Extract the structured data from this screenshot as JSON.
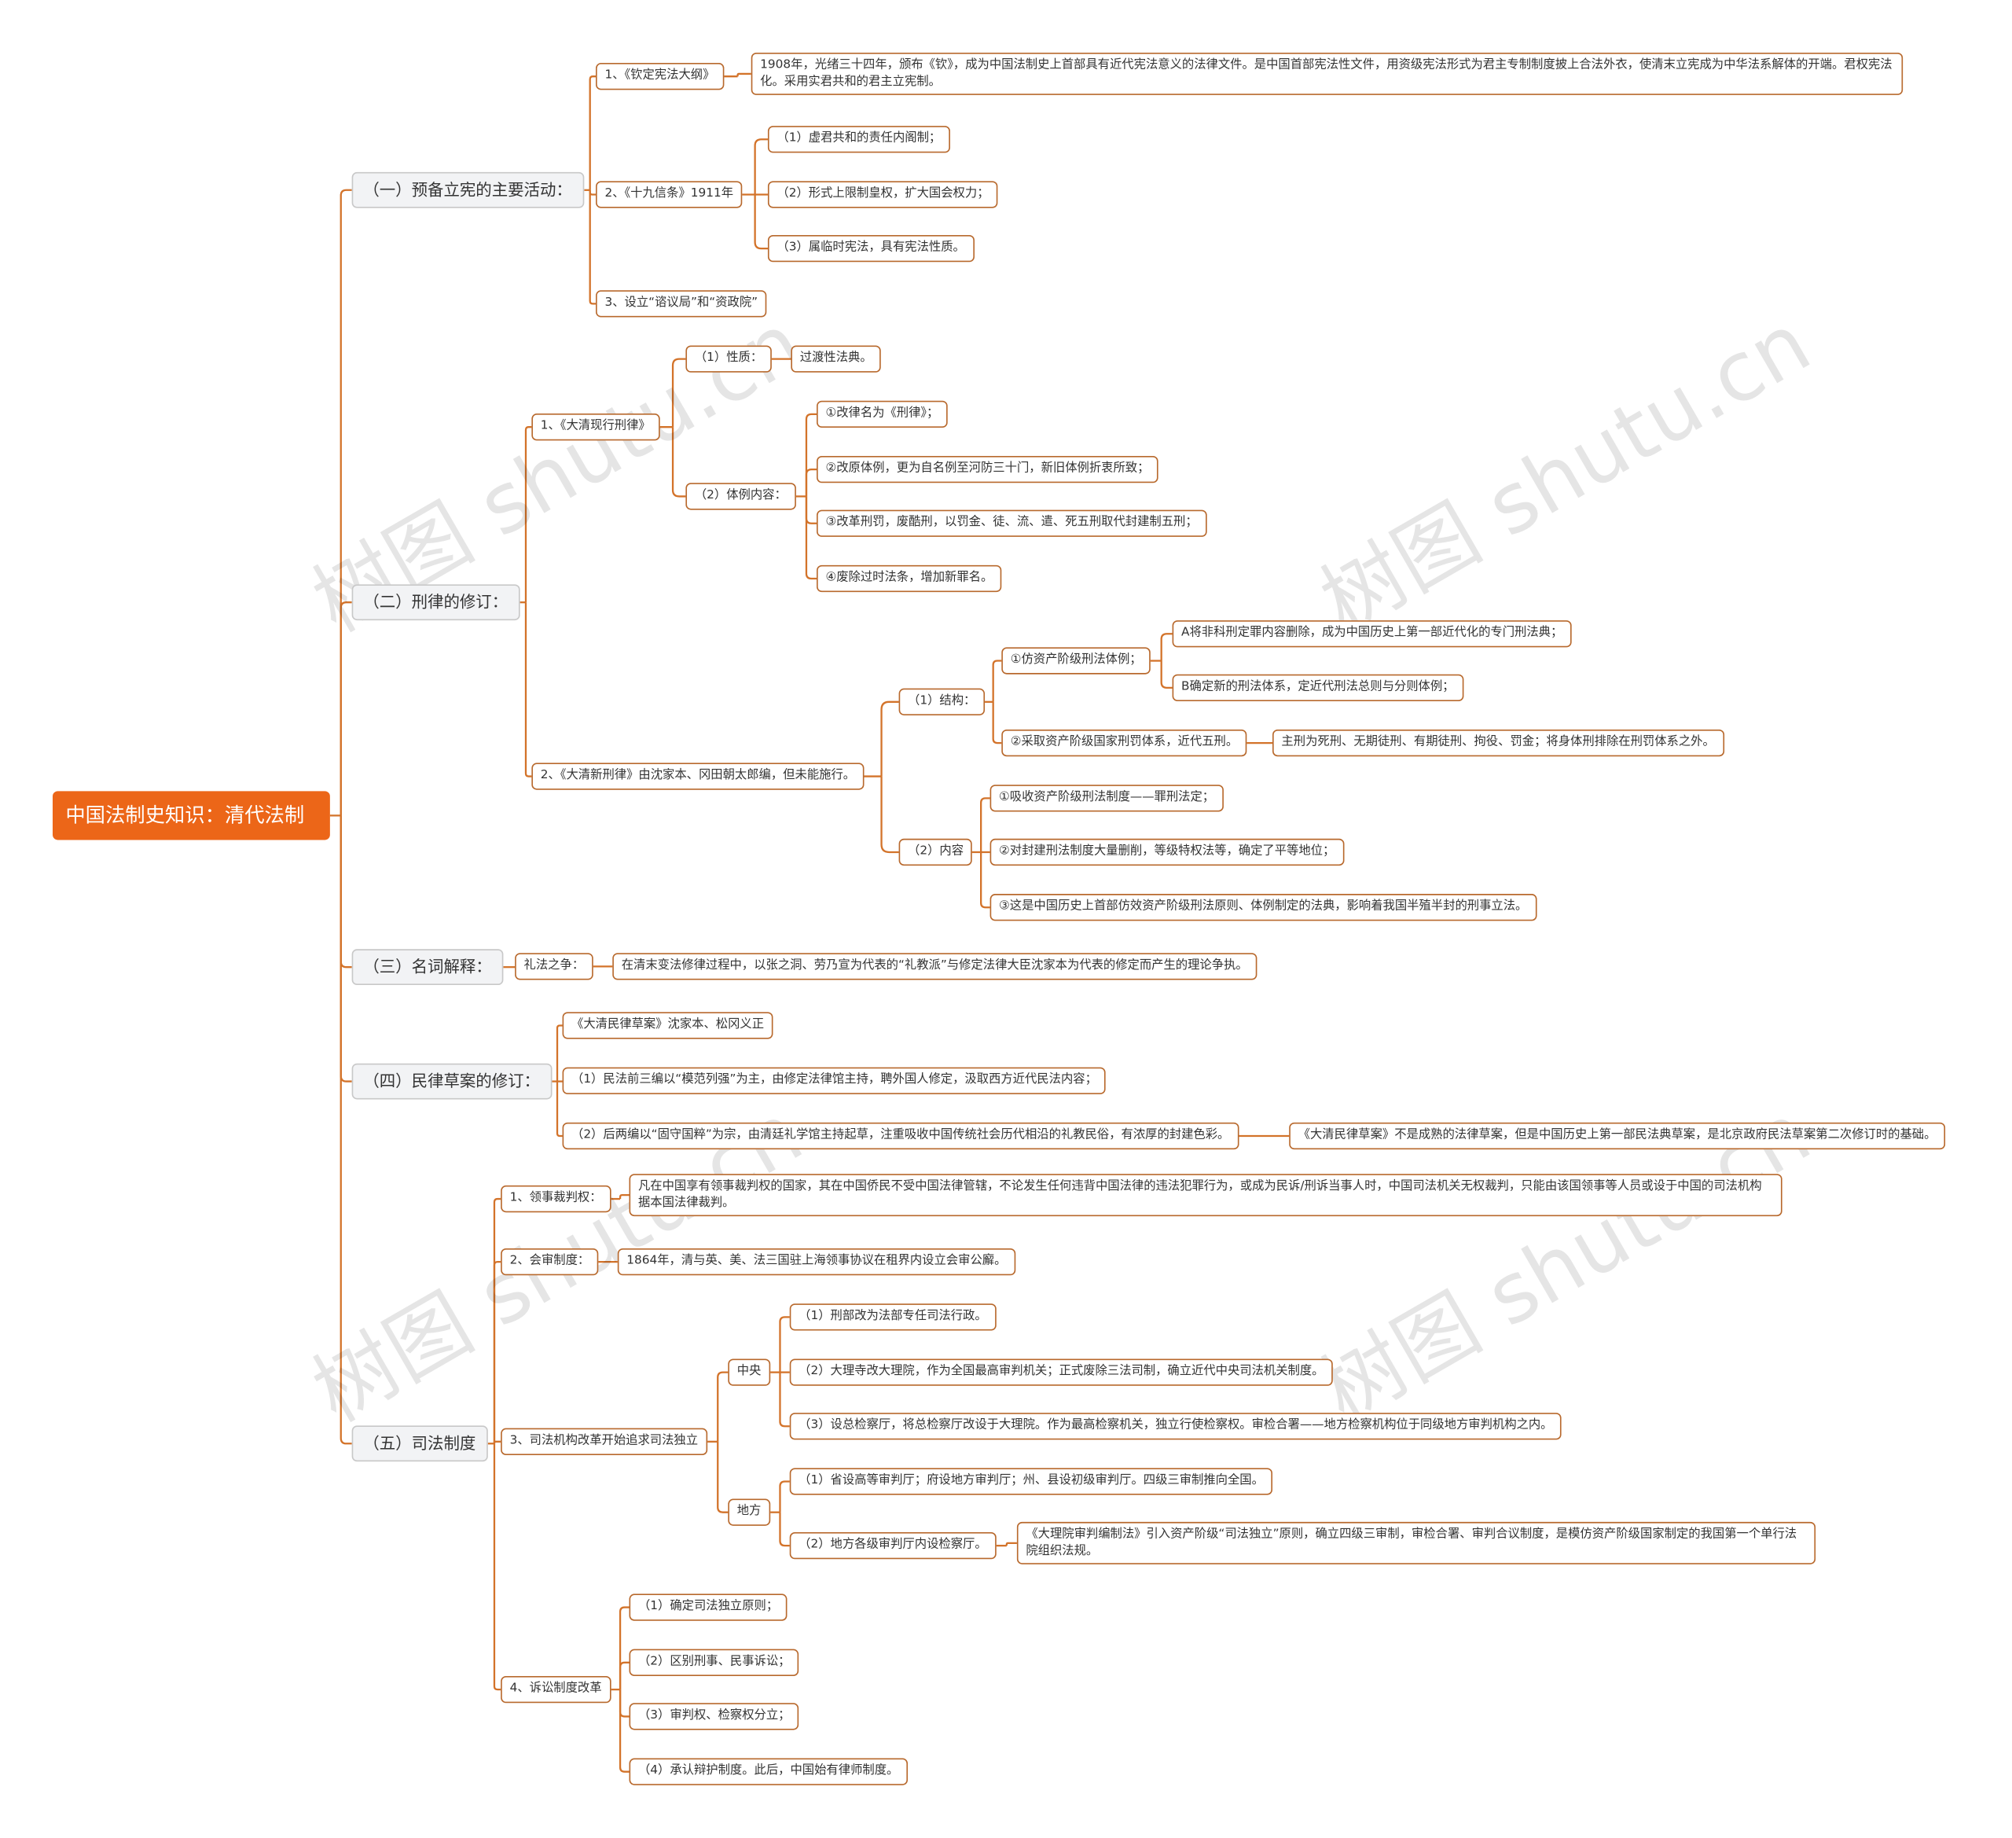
{
  "colors": {
    "accent": "#ec6618",
    "line": "#d3732a",
    "border": "#b8692d"
  },
  "watermark": "树图 shutu.cn",
  "nodes": {
    "root": "中国法制史知识：清代法制",
    "s1": "（一）预备立宪的主要活动：",
    "s1_1": "1、《钦定宪法大纲》",
    "s1_1_t": "1908年，光绪三十四年，颁布《钦》，成为中国法制史上首部具有近代宪法意义的法律文件。是中国首部宪法性文件，用资级宪法形式为君主专制制度披上合法外衣，使清末立宪成为中华法系解体的开端。君权宪法化。采用实君共和的君主立宪制。",
    "s1_2": "2、《十九信条》1911年",
    "s1_2_1": "（1）虚君共和的责任内阁制；",
    "s1_2_2": "（2）形式上限制皇权，扩大国会权力；",
    "s1_2_3": "（3）属临时宪法，具有宪法性质。",
    "s1_3": "3、设立“谘议局”和“资政院”",
    "s2": "（二）刑律的修订：",
    "s2_1": "1、《大清现行刑律》",
    "s2_1_a": "（1）性质：",
    "s2_1_a_t": "过渡性法典。",
    "s2_1_b": "（2）体例内容：",
    "s2_1_b_1": "①改律名为《刑律》；",
    "s2_1_b_2": "②改原体例，更为自名例至河防三十门，新旧体例折衷所致；",
    "s2_1_b_3": "③改革刑罚，废酷刑，以罚金、徒、流、遣、死五刑取代封建制五刑；",
    "s2_1_b_4": "④废除过时法条，增加新罪名。",
    "s2_2": "2、《大清新刑律》由沈家本、冈田朝太郎编，但未能施行。",
    "s2_2_a": "（1）结构：",
    "s2_2_a_1": "①仿资产阶级刑法体例；",
    "s2_2_a_1_A": "A将非科刑定罪内容删除，成为中国历史上第一部近代化的专门刑法典；",
    "s2_2_a_1_B": "B确定新的刑法体系，定近代刑法总则与分则体例；",
    "s2_2_a_2": "②采取资产阶级国家刑罚体系，近代五刑。",
    "s2_2_a_2_t": "主刑为死刑、无期徒刑、有期徒刑、拘役、罚金；将身体刑排除在刑罚体系之外。",
    "s2_2_b": "（2）内容",
    "s2_2_b_1": "①吸收资产阶级刑法制度——罪刑法定；",
    "s2_2_b_2": "②对封建刑法制度大量删削，等级特权法等，确定了平等地位；",
    "s2_2_b_3": "③这是中国历史上首部仿效资产阶级刑法原则、体例制定的法典，影响着我国半殖半封的刑事立法。",
    "s3": "（三）名词解释：",
    "s3_1": "礼法之争：",
    "s3_1_t": "在清末变法修律过程中，以张之洞、劳乃宣为代表的“礼教派”与修定法律大臣沈家本为代表的修定而产生的理论争执。",
    "s4": "（四）民律草案的修订：",
    "s4_1": "《大清民律草案》沈家本、松冈义正",
    "s4_2": "（1）民法前三编以“模范列强”为主，由修定法律馆主持，聘外国人修定，汲取西方近代民法内容；",
    "s4_3": "（2）后两编以“固守国粹”为宗，由清廷礼学馆主持起草，注重吸收中国传统社会历代相沿的礼教民俗，有浓厚的封建色彩。",
    "s4_3_t": "《大清民律草案》不是成熟的法律草案，但是中国历史上第一部民法典草案，是北京政府民法草案第二次修订时的基础。",
    "s5": "（五）司法制度",
    "s5_1": "1、领事裁判权：",
    "s5_1_t": "凡在中国享有领事裁判权的国家，其在中国侨民不受中国法律管辖，不论发生任何违背中国法律的违法犯罪行为，或成为民诉/刑诉当事人时，中国司法机关无权裁判，只能由该国领事等人员或设于中国的司法机构据本国法律裁判。",
    "s5_2": "2、会审制度：",
    "s5_2_t": "1864年，清与英、美、法三国驻上海领事协议在租界内设立会审公廨。",
    "s5_3": "3、司法机构改革开始追求司法独立",
    "s5_3_a": "中央",
    "s5_3_a_1": "（1）刑部改为法部专任司法行政。",
    "s5_3_a_2": "（2）大理寺改大理院，作为全国最高审判机关；正式废除三法司制，确立近代中央司法机关制度。",
    "s5_3_a_3": "（3）设总检察厅，将总检察厅改设于大理院。作为最高检察机关，独立行使检察权。审检合署——地方检察机构位于同级地方审判机构之内。",
    "s5_3_b": "地方",
    "s5_3_b_1": "（1）省设高等审判厅；府设地方审判厅；州、县设初级审判厅。四级三审制推向全国。",
    "s5_3_b_2": "（2）地方各级审判厅内设检察厅。",
    "s5_3_b_2_t": "《大理院审判编制法》引入资产阶级“司法独立”原则，确立四级三审制，审检合署、审判合议制度，是模仿资产阶级国家制定的我国第一个单行法院组织法规。",
    "s5_4": "4、诉讼制度改革",
    "s5_4_1": "（1）确定司法独立原则；",
    "s5_4_2": "（2）区别刑事、民事诉讼；",
    "s5_4_3": "（3）审判权、检察权分立；",
    "s5_4_4": "（4）承认辩护制度。此后，中国始有律师制度。"
  }
}
